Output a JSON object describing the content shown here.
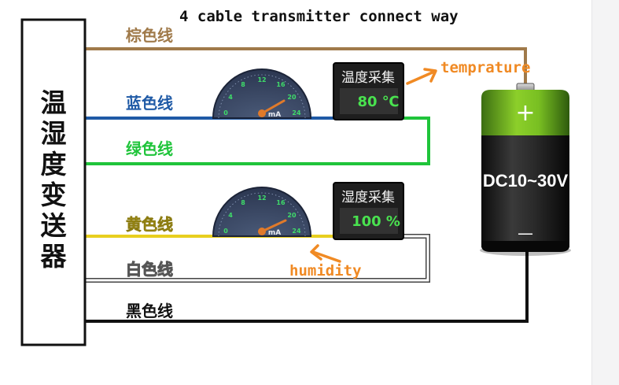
{
  "title": "4 cable transmitter connect way",
  "transmitter": {
    "label_chars": [
      "温",
      "湿",
      "度",
      "变",
      "送",
      "器"
    ]
  },
  "wires": {
    "brown": {
      "label": "棕色线",
      "color": "#a07a4a"
    },
    "blue": {
      "label": "蓝色线",
      "color": "#1f5aa6"
    },
    "green": {
      "label": "绿色线",
      "color": "#1fc43a"
    },
    "yellow": {
      "label": "黄色线",
      "color": "#e8cf1f"
    },
    "white": {
      "label": "白色线",
      "color": "#ffffff"
    },
    "black": {
      "label": "黑色线",
      "color": "#111111"
    }
  },
  "gauges": [
    {
      "ticks": [
        "0",
        "4",
        "8",
        "12",
        "16",
        "20",
        "24"
      ],
      "unit": "mA"
    },
    {
      "ticks": [
        "0",
        "4",
        "8",
        "12",
        "16",
        "20",
        "24"
      ],
      "unit": "mA"
    }
  ],
  "displays": [
    {
      "title": "温度采集",
      "value": "80 ℃"
    },
    {
      "title": "湿度采集",
      "value": "100 %"
    }
  ],
  "annotations": {
    "temperature": "temprature",
    "humidity": "humidity"
  },
  "battery": {
    "positive": "+",
    "negative": "—",
    "voltage": "DC10~30V"
  }
}
